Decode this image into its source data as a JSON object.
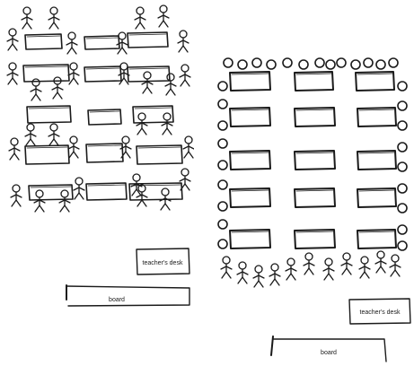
{
  "layouts": {
    "grouped": {
      "teacher_desk_label": "teacher's desk",
      "board_label": "board"
    },
    "horseshoe": {
      "teacher_desk_label": "teacher's desk",
      "board_label": "board"
    }
  }
}
